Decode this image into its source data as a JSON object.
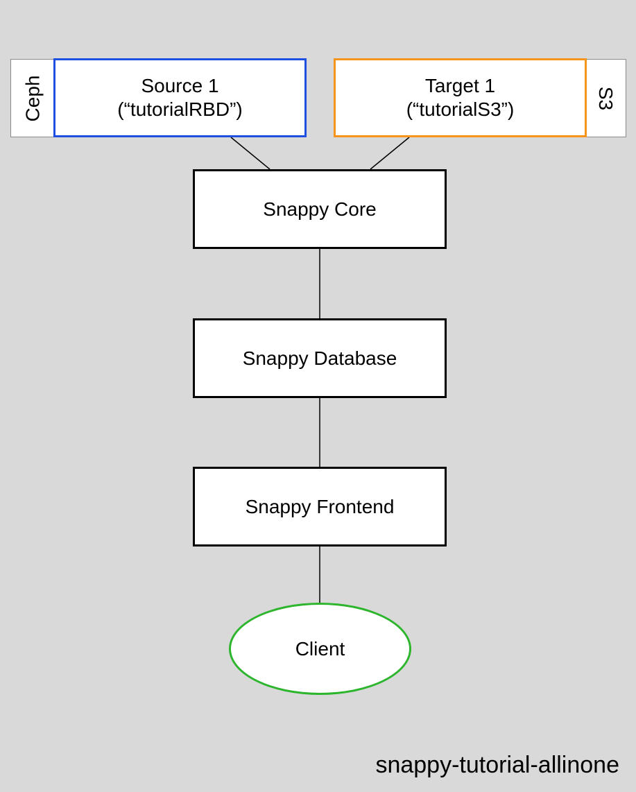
{
  "source": {
    "title": "Source 1",
    "subtitle": "(“tutorialRBD”)",
    "backend_label": "Ceph",
    "border_color": "#1f4fe0"
  },
  "target": {
    "title": "Target 1",
    "subtitle": "(“tutorialS3”)",
    "backend_label": "S3",
    "border_color": "#f7941d"
  },
  "core": {
    "label": "Snappy Core"
  },
  "database": {
    "label": "Snappy Database"
  },
  "frontend": {
    "label": "Snappy Frontend"
  },
  "client": {
    "label": "Client",
    "border_color": "#2db52d"
  },
  "footer": {
    "label": "snappy-tutorial-allinone"
  },
  "background_color": "#d9d9d9"
}
